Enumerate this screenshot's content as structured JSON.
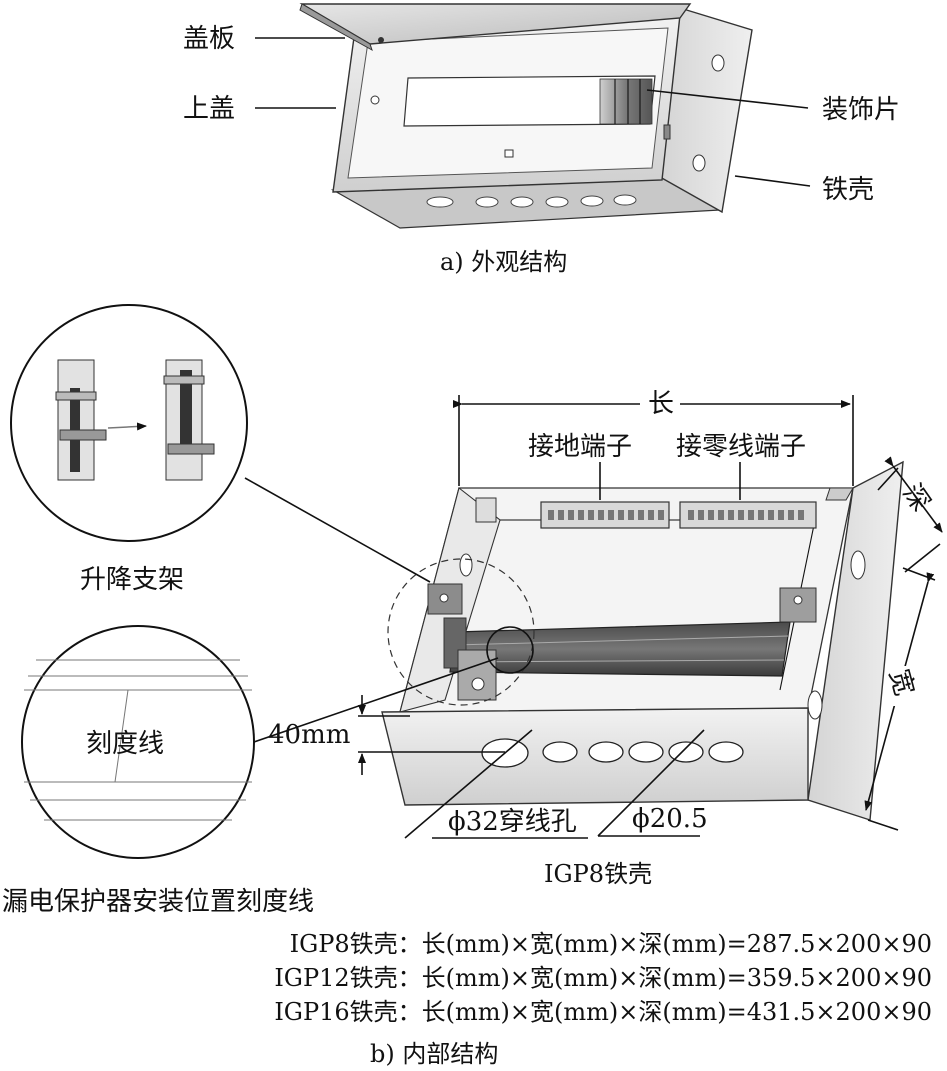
{
  "figure_a": {
    "labels": {
      "cover_plate": "盖板",
      "top_cover": "上盖",
      "decorative_piece": "装饰片",
      "iron_shell": "铁壳"
    },
    "caption": "a) 外观结构"
  },
  "figure_b": {
    "dim_length": "长",
    "dim_depth": "深",
    "dim_width": "宽",
    "ground_terminal": "接地端子",
    "neutral_terminal": "接零线端子",
    "lifting_bracket": "升降支架",
    "scale_line": "刻度线",
    "dim_40": "40mm",
    "hole_32": "ϕ32穿线孔",
    "hole_20": "ϕ20.5",
    "model_name": "IGP8铁壳",
    "scale_note": "漏电保护器安装位置刻度线",
    "specs": [
      "IGP8铁壳：长(mm)×宽(mm)×深(mm)=287.5×200×90",
      "IGP12铁壳：长(mm)×宽(mm)×深(mm)=359.5×200×90",
      "IGP16铁壳：长(mm)×宽(mm)×深(mm)=431.5×200×90"
    ],
    "caption": "b) 内部结构"
  }
}
